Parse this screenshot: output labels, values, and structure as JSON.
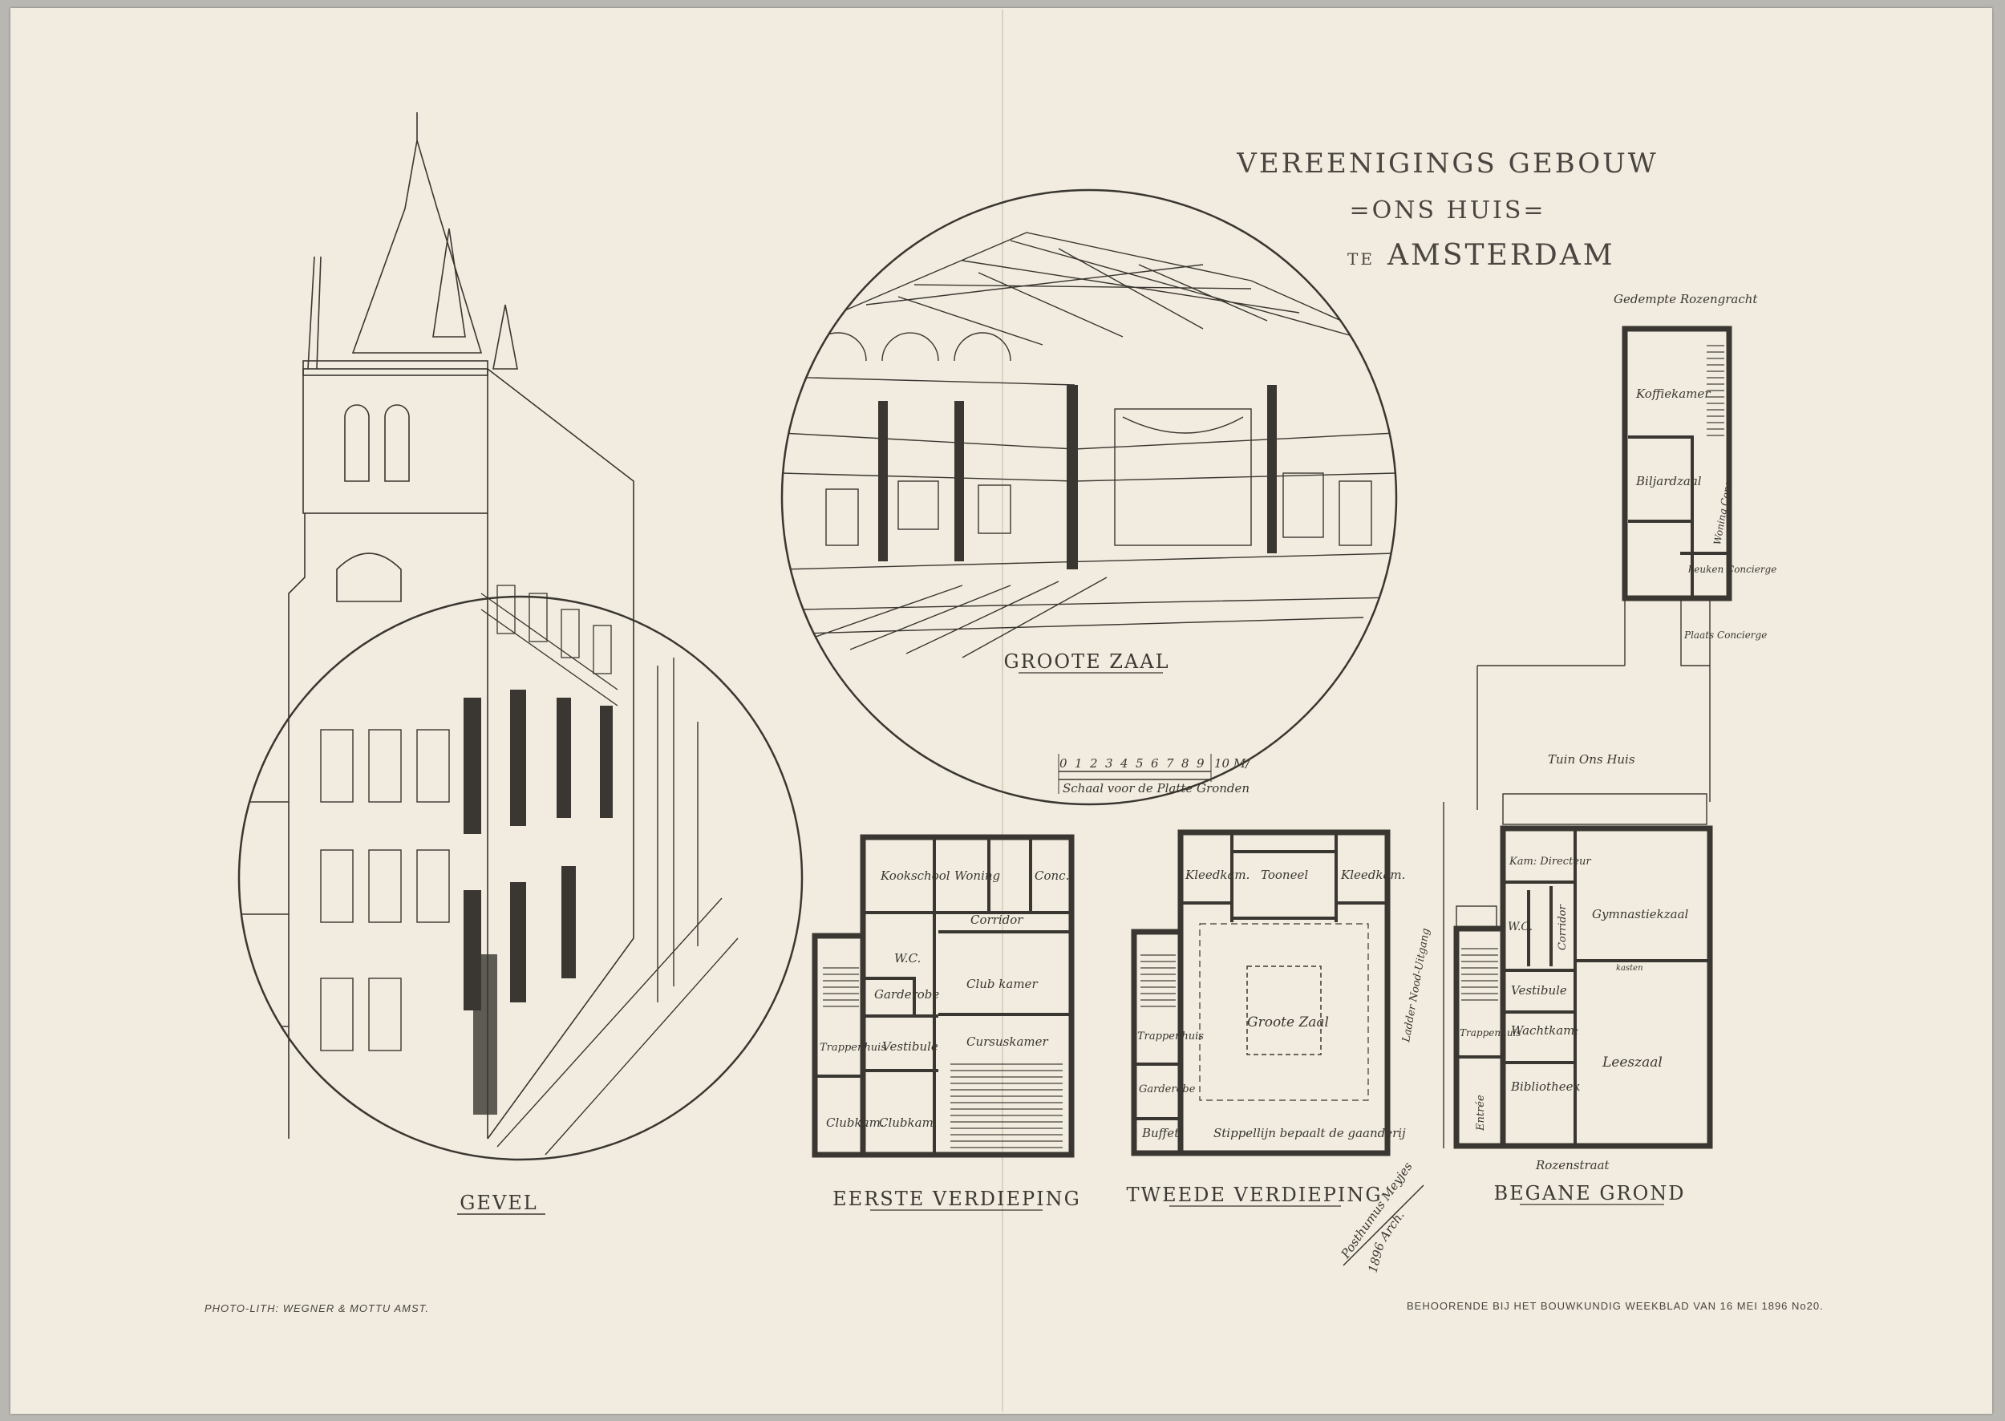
{
  "title": {
    "line1": "VEREENIGINGS GEBOUW",
    "line2": "=ONS HUIS=",
    "line3_prefix": "TE",
    "line3": "AMSTERDAM"
  },
  "captions": {
    "gevel": "GEVEL",
    "groote_zaal": "GROOTE ZAAL",
    "eerste": "EERSTE VERDIEPING",
    "tweede": "TWEEDE VERDIEPING",
    "begane": "BEGANE GROND"
  },
  "scale": {
    "ticks": [
      "0",
      "1",
      "2",
      "3",
      "4",
      "5",
      "6",
      "7",
      "8",
      "9"
    ],
    "end": "10 M/",
    "label": "Schaal voor de Platte Gronden"
  },
  "plans": {
    "eerste": {
      "rooms": [
        "Kookschool",
        "Woning",
        "Conc.",
        "Corridor",
        "W.C.",
        "Club kamer",
        "Garderobe",
        "Trappenhuis",
        "Vestibule",
        "Cursuskamer",
        "Clubkam.",
        "Clubkam."
      ]
    },
    "tweede": {
      "rooms": [
        "Kleedkam.",
        "Tooneel",
        "Kleedkam.",
        "Groote Zaal",
        "Trappenhuis",
        "Garderobe",
        "Buffet",
        "Stippellijn bepaalt de gaanderij",
        "Ladder Nood-Uitgang"
      ]
    },
    "begane": {
      "street_top": "Gedempte Rozengracht",
      "rooms": [
        "Koffiekamer",
        "Biljardzaal",
        "Woning Conc.",
        "keuken Concierge",
        "Plaats Concierge",
        "Tuin Ons Huis",
        "Kam: Directeur",
        "W.C.",
        "Corridor",
        "Gymnastiekzaal",
        "Vestibule",
        "Wachtkam:",
        "Leeszaal",
        "Trappenhuis",
        "Bibliotheek",
        "Entrée",
        "kasten"
      ],
      "street_bottom": "Rozenstraat"
    }
  },
  "signature": {
    "name": "Posthumus Meyjes",
    "suffix": "Arch.",
    "year": "1896"
  },
  "footer": {
    "printer": "PHOTO-LITH: WEGNER & MOTTU  AMST.",
    "publication": "BEHOORENDE BIJ HET BOUWKUNDIG WEEKBLAD VAN 16 MEI 1896 No20."
  }
}
